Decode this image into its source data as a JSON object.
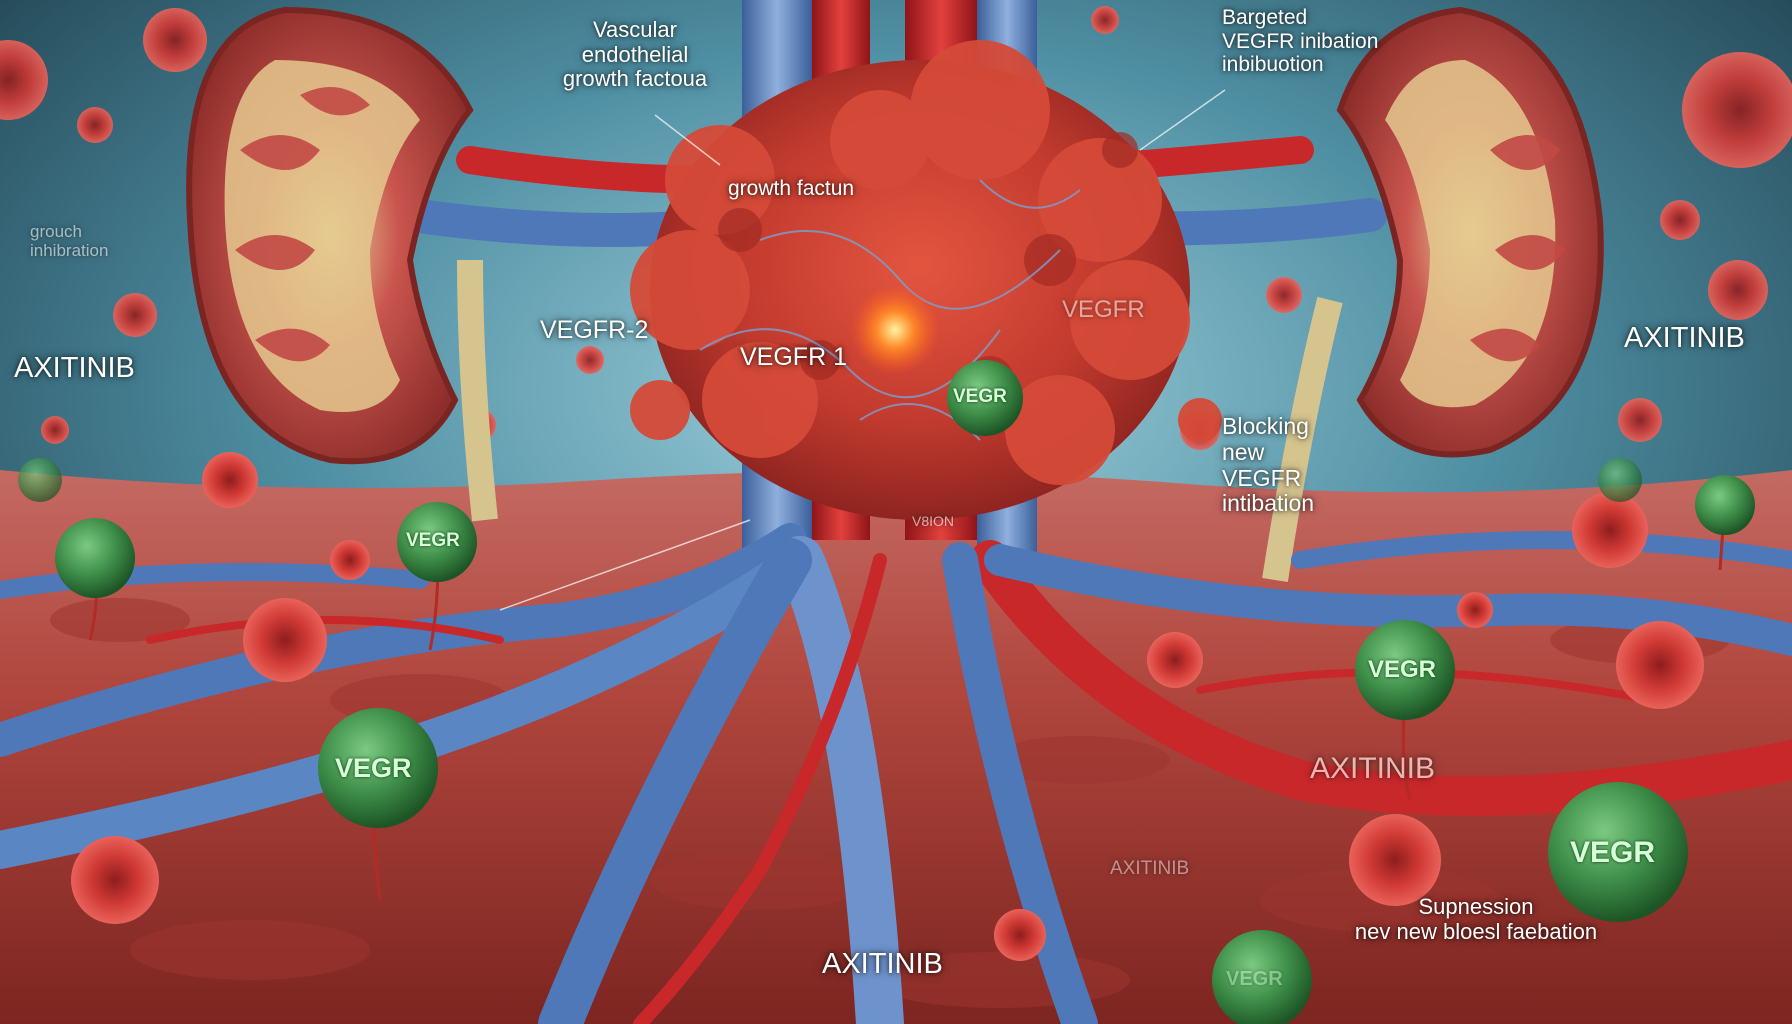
{
  "scene": {
    "palette": {
      "background": "#1f3a4a",
      "tissue": "#b8453b",
      "artery": "#c8282a",
      "vein": "#4f78b8",
      "receptor": "#3f8f4a",
      "kidney_cortex": "#c9554e",
      "ureter": "#d6c48f"
    },
    "objects": [
      "left-kidney",
      "right-kidney",
      "tumor-mass",
      "blood-vessels",
      "vegfr-receptor-spheres",
      "red-blood-cells"
    ]
  },
  "labels": {
    "vascular_endothelial": [
      "Vascular",
      "endothelial",
      "growth factoua"
    ],
    "targeted_vegfr": [
      "Bargeted",
      "VEGFR inibation",
      "inbibuotion"
    ],
    "growth_factun": "growth factun",
    "growth_inhibration": [
      "grouch",
      "inhibration"
    ],
    "vegfr_2": "VEGFR-2",
    "vegfr_1": "VEGFR 1",
    "vegfr_tumor": "VEGFR",
    "axitinib_left": "AXITINIB",
    "axitinib_right": "AXITINIB",
    "axitinib_mid": "AXITINIB",
    "axitinib_faint": "AXITINIB",
    "axitinib_bottom": "AXITINIB",
    "blocking": [
      "Blocking",
      "new",
      "VEGFR",
      "intibation"
    ],
    "suppression": [
      "Supnession",
      "nev new bloesl faebation"
    ],
    "tiny_label": "V8ION"
  },
  "receptors": [
    "VEGR",
    "VEGR",
    "VEGR",
    "VEGR",
    "VEGR",
    "VEGR"
  ]
}
